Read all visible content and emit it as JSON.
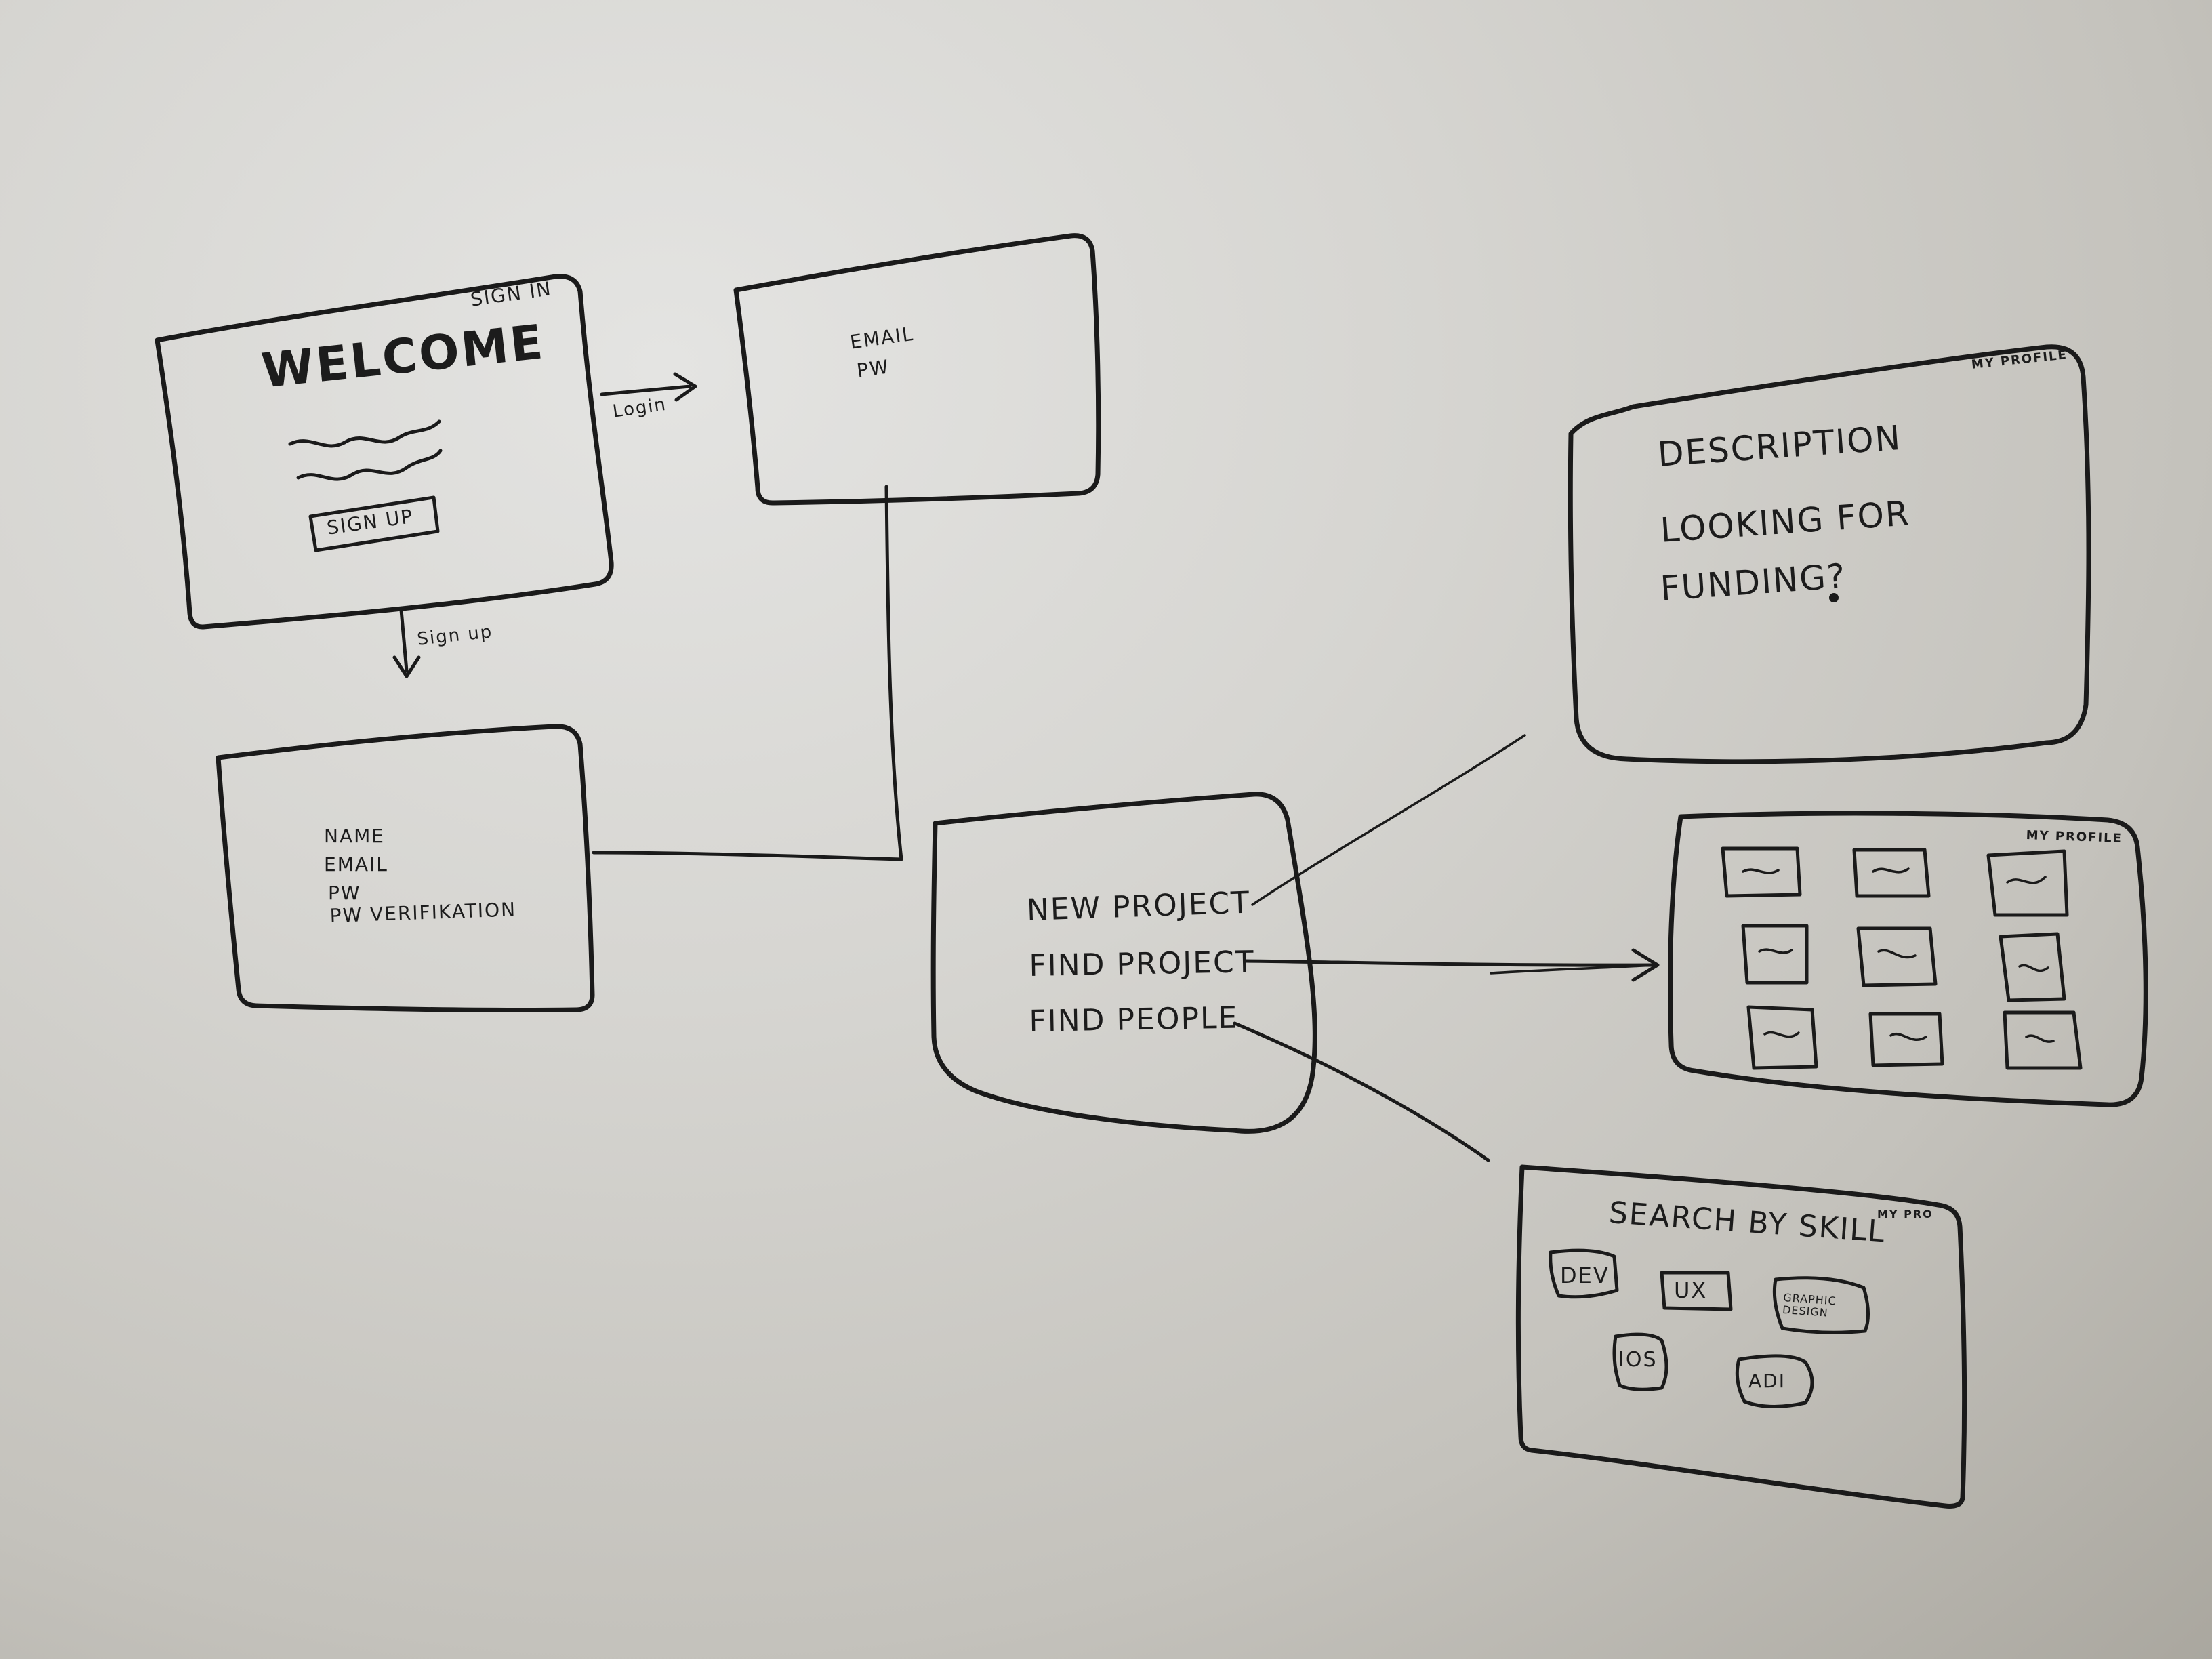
{
  "welcome_screen": {
    "corner_label": "SIGN IN",
    "title": "WELCOME",
    "button": "SIGN UP"
  },
  "arrows": {
    "login": "Login",
    "sign_up": "Sign up"
  },
  "login_screen": {
    "fields": [
      "EMAIL",
      "PW"
    ]
  },
  "signup_screen": {
    "fields": [
      "NAME",
      "EMAIL",
      "PW",
      "PW VERIFIKATION"
    ]
  },
  "menu_screen": {
    "items": [
      "NEW PROJECT",
      "FIND PROJECT",
      "FIND PEOPLE"
    ]
  },
  "new_project_screen": {
    "corner_label": "MY PROFILE",
    "lines": [
      "DESCRIPTION",
      "LOOKING FOR",
      "FUNDING?"
    ]
  },
  "find_project_screen": {
    "corner_label": "MY PROFILE",
    "thumbnail_count": 9
  },
  "find_people_screen": {
    "corner_label": "MY PRO",
    "title": "SEARCH BY SKILL",
    "skills": [
      "DEV",
      "UX",
      "GRAPHIC DESIGN",
      "IOS",
      "ADI"
    ]
  }
}
